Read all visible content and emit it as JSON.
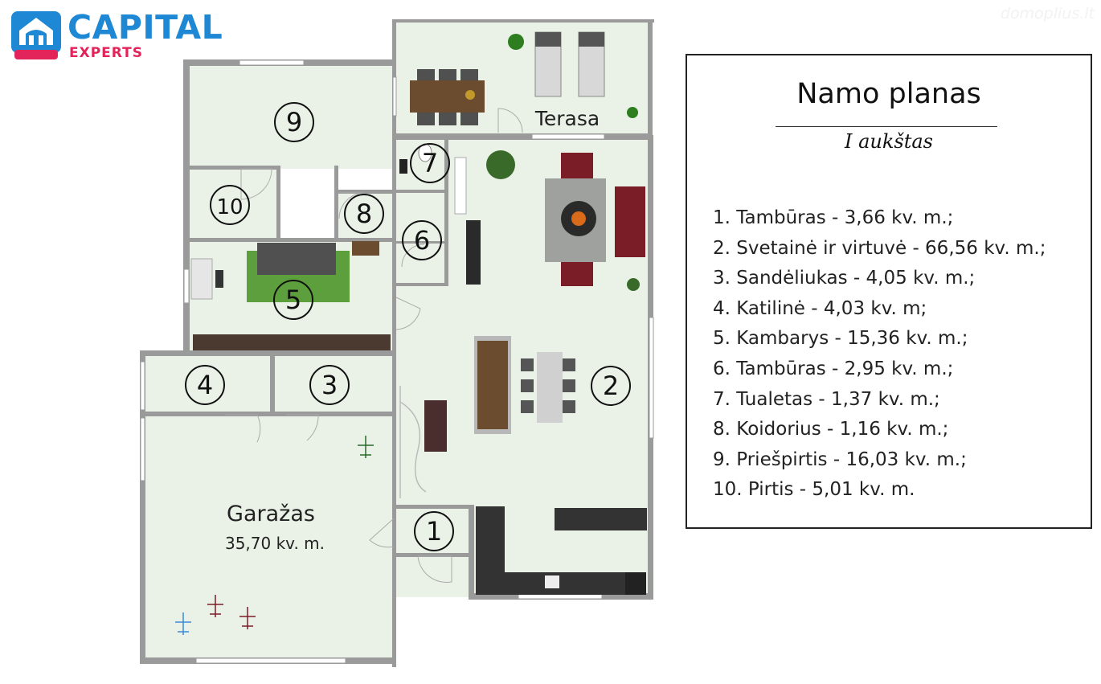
{
  "logo": {
    "brand": "CAPITAL",
    "sub": "EXPERTS",
    "brand_color": "#1e88d4",
    "sub_color": "#e3245b"
  },
  "watermark": "domoplius.lt",
  "plan": {
    "room_numbers": [
      "1",
      "2",
      "3",
      "4",
      "5",
      "6",
      "7",
      "8",
      "9",
      "10"
    ],
    "terrace_label": "Terasa",
    "garage_label": "Garažas",
    "garage_area": "35,70 kv. m."
  },
  "legend": {
    "title": "Namo planas",
    "subtitle": "I aukštas",
    "items": [
      "1. Tambūras - 3,66 kv. m.;",
      "2. Svetainė ir virtuvė - 66,56 kv. m.;",
      "3. Sandėliukas - 4,05 kv. m.;",
      "4. Katilinė - 4,03 kv. m;",
      "5. Kambarys - 15,36 kv. m.;",
      "6. Tambūras - 2,95 kv. m.;",
      "7. Tualetas - 1,37 kv. m.;",
      "8. Koidorius - 1,16 kv. m.;",
      "9. Priešpirtis - 16,03 kv. m.;",
      "10. Pirtis - 5,01 kv. m."
    ]
  },
  "colors": {
    "floor": "#eaf2e8",
    "wall": "#9a9a9a",
    "rug": "#5d9e3d",
    "sofa": "#7a1d26",
    "counter": "#3a3a3a"
  }
}
